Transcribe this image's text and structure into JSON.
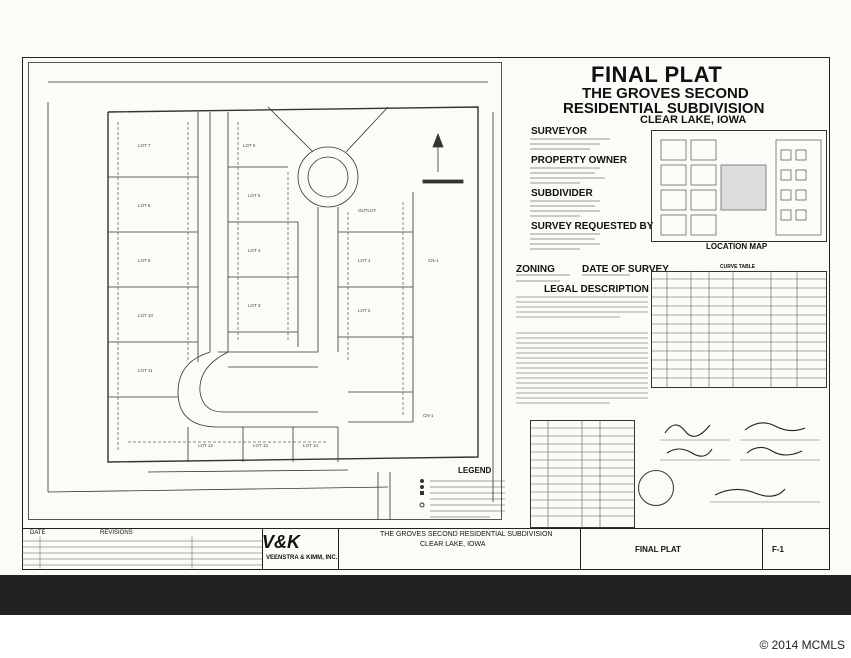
{
  "title": {
    "main": "FINAL PLAT",
    "line2": "THE GROVES SECOND",
    "line3": "RESIDENTIAL SUBDIVISION",
    "city": "CLEAR LAKE, IOWA"
  },
  "sections": {
    "surveyor": "SURVEYOR",
    "property_owner": "PROPERTY OWNER",
    "subdivider": "SUBDIVIDER",
    "survey_requested_by": "SURVEY REQUESTED BY",
    "zoning": "ZONING",
    "date_of_survey": "DATE OF SURVEY",
    "legal_description": "LEGAL DESCRIPTION",
    "location_map": "LOCATION MAP",
    "curve_table": "CURVE TABLE",
    "legend": "LEGEND"
  },
  "title_block": {
    "date_label": "DATE",
    "revisions_label": "REVISIONS",
    "subdivision": "THE GROVES SECOND RESIDENTIAL SUBDIVISION",
    "city": "CLEAR LAKE, IOWA",
    "firm": "VEENSTRA & KIMM, INC.",
    "logo": "V&K",
    "sheet_title": "FINAL PLAT",
    "sheet_no": "F-1"
  },
  "footer": {
    "copyright": "© 2014 MCMLS"
  },
  "colors": {
    "ink": "#111111",
    "paper": "#fbfbf8",
    "band": "#222222"
  }
}
